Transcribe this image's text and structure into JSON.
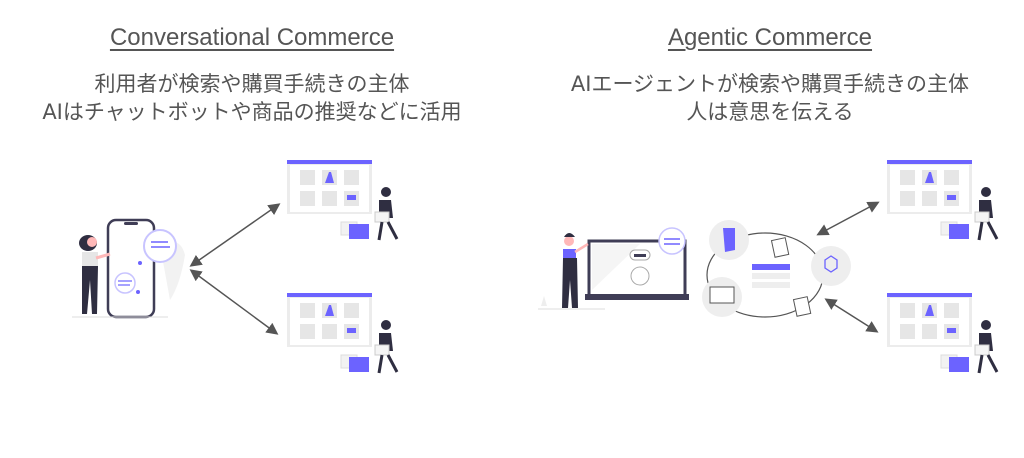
{
  "left": {
    "title": "Conversational Commerce",
    "line1": "利用者が検索や購買手続きの主体",
    "line2": "AIはチャットボットや商品の推奨などに活用"
  },
  "right": {
    "title": "Agentic Commerce",
    "line1": "AIエージェントが検索や購買手続きの主体",
    "line2": "人は意思を伝える"
  },
  "colors": {
    "accent": "#6c63ff",
    "dark": "#2f2e41",
    "gray": "#e6e6e6",
    "arrow": "#555555"
  }
}
